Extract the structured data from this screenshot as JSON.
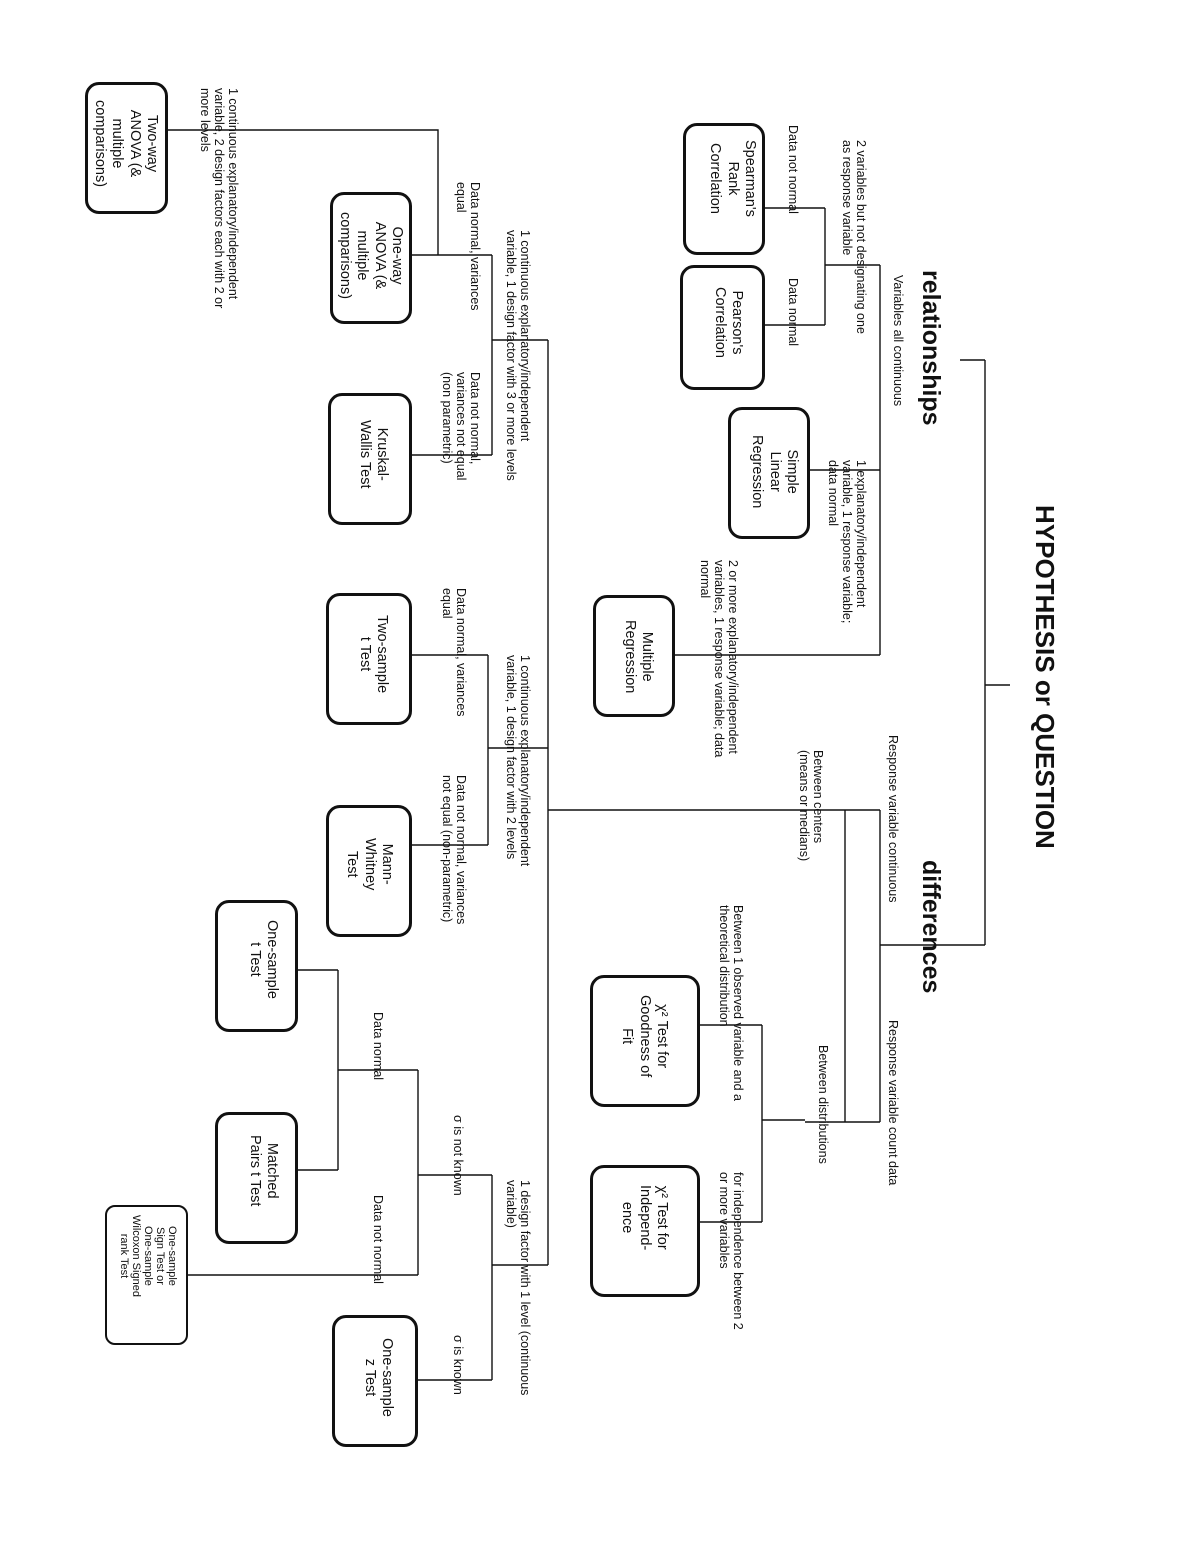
{
  "title": "HYPOTHESIS or QUESTION",
  "branches": {
    "relationships": "relationships",
    "differences": "differences"
  },
  "conditions": {
    "two_vars_not_designating": [
      "2 variables but not designating one",
      "as response variable"
    ],
    "vars_all_continuous": [
      "Variables all continuous"
    ],
    "data_not_normal": [
      "Data not normal"
    ],
    "data_normal": [
      "Data normal"
    ],
    "one_explanatory": [
      "1 explanatory/independent",
      "variable, 1 response variable;",
      "data normal"
    ],
    "two_or_more_explanatory": [
      "2 or more explanatory/independent",
      "variables, 1 response variable; data",
      "normal"
    ],
    "response_continuous": [
      "Response variable continuous"
    ],
    "response_count": [
      "Response variable count data"
    ],
    "between_centers": [
      "Between centers",
      "(means or medians)"
    ],
    "between_distributions": [
      "Between distributions"
    ],
    "gof_condition": [
      "Between 1 observed variable and a",
      "theoretical distribution"
    ],
    "independence_condition": [
      "for independence between 2",
      "or more variables"
    ],
    "one_cont_two_design": [
      "1 continuous explanatory/independent",
      "variable, 2 design factors each with 2 or",
      "more levels"
    ],
    "one_cont_one_design_3": [
      "1 continuous explanatory/independent",
      "variable, 1 design factor with 3 or more levels"
    ],
    "normal_equal_3": [
      "Data normal, variances",
      "equal"
    ],
    "not_normal_3": [
      "Data not normal,",
      "variances not equal",
      "(non parametric)"
    ],
    "one_cont_one_design_2": [
      "1 continuous explanatory/independent",
      "variable, 1 design factor with 2 levels"
    ],
    "normal_equal_2": [
      "Data normal, variances",
      "equal"
    ],
    "not_normal_2": [
      "Data not normal, variances",
      "not equal (non-parametric)"
    ],
    "one_design_one_level": [
      "1 design factor with 1 level (continuous",
      "variable)"
    ],
    "sigma_not_known": [
      "σ is not known"
    ],
    "sigma_known": [
      "σ is known"
    ],
    "data_normal_1": [
      "Data normal"
    ],
    "data_not_normal_1": [
      "Data not normal"
    ]
  },
  "tests": {
    "spearman": [
      "Spearman's",
      "Rank",
      "Correlation"
    ],
    "pearson": [
      "Pearson's",
      "Correlation"
    ],
    "simple_regression": [
      "Simple",
      "Linear",
      "Regression"
    ],
    "multiple_regression": [
      "Multiple",
      "Regression"
    ],
    "chi_gof": [
      "χ² Test for",
      "Goodness of",
      "Fit"
    ],
    "chi_indep": [
      "χ² Test for",
      "Independ-",
      "ence"
    ],
    "two_way_anova": [
      "Two-way",
      "ANOVA (&",
      "multiple",
      "comparisons)"
    ],
    "one_way_anova": [
      "One-way",
      "ANOVA (&",
      "multiple",
      "comparisons)"
    ],
    "kruskal": [
      "Kruskal-",
      "Wallis Test"
    ],
    "two_sample_t": [
      "Two-sample",
      "t Test"
    ],
    "mann_whitney": [
      "Mann-",
      "Whitney",
      "Test"
    ],
    "one_sample_t": [
      "One-sample",
      "t Test"
    ],
    "matched_pairs": [
      "Matched",
      "Pairs t Test"
    ],
    "one_sample_z": [
      "One-sample",
      "z Test"
    ],
    "sign_test": [
      "One-sample",
      "Sign Test or",
      "One-sample",
      "Wilcoxon Signed",
      "rank Test"
    ]
  }
}
